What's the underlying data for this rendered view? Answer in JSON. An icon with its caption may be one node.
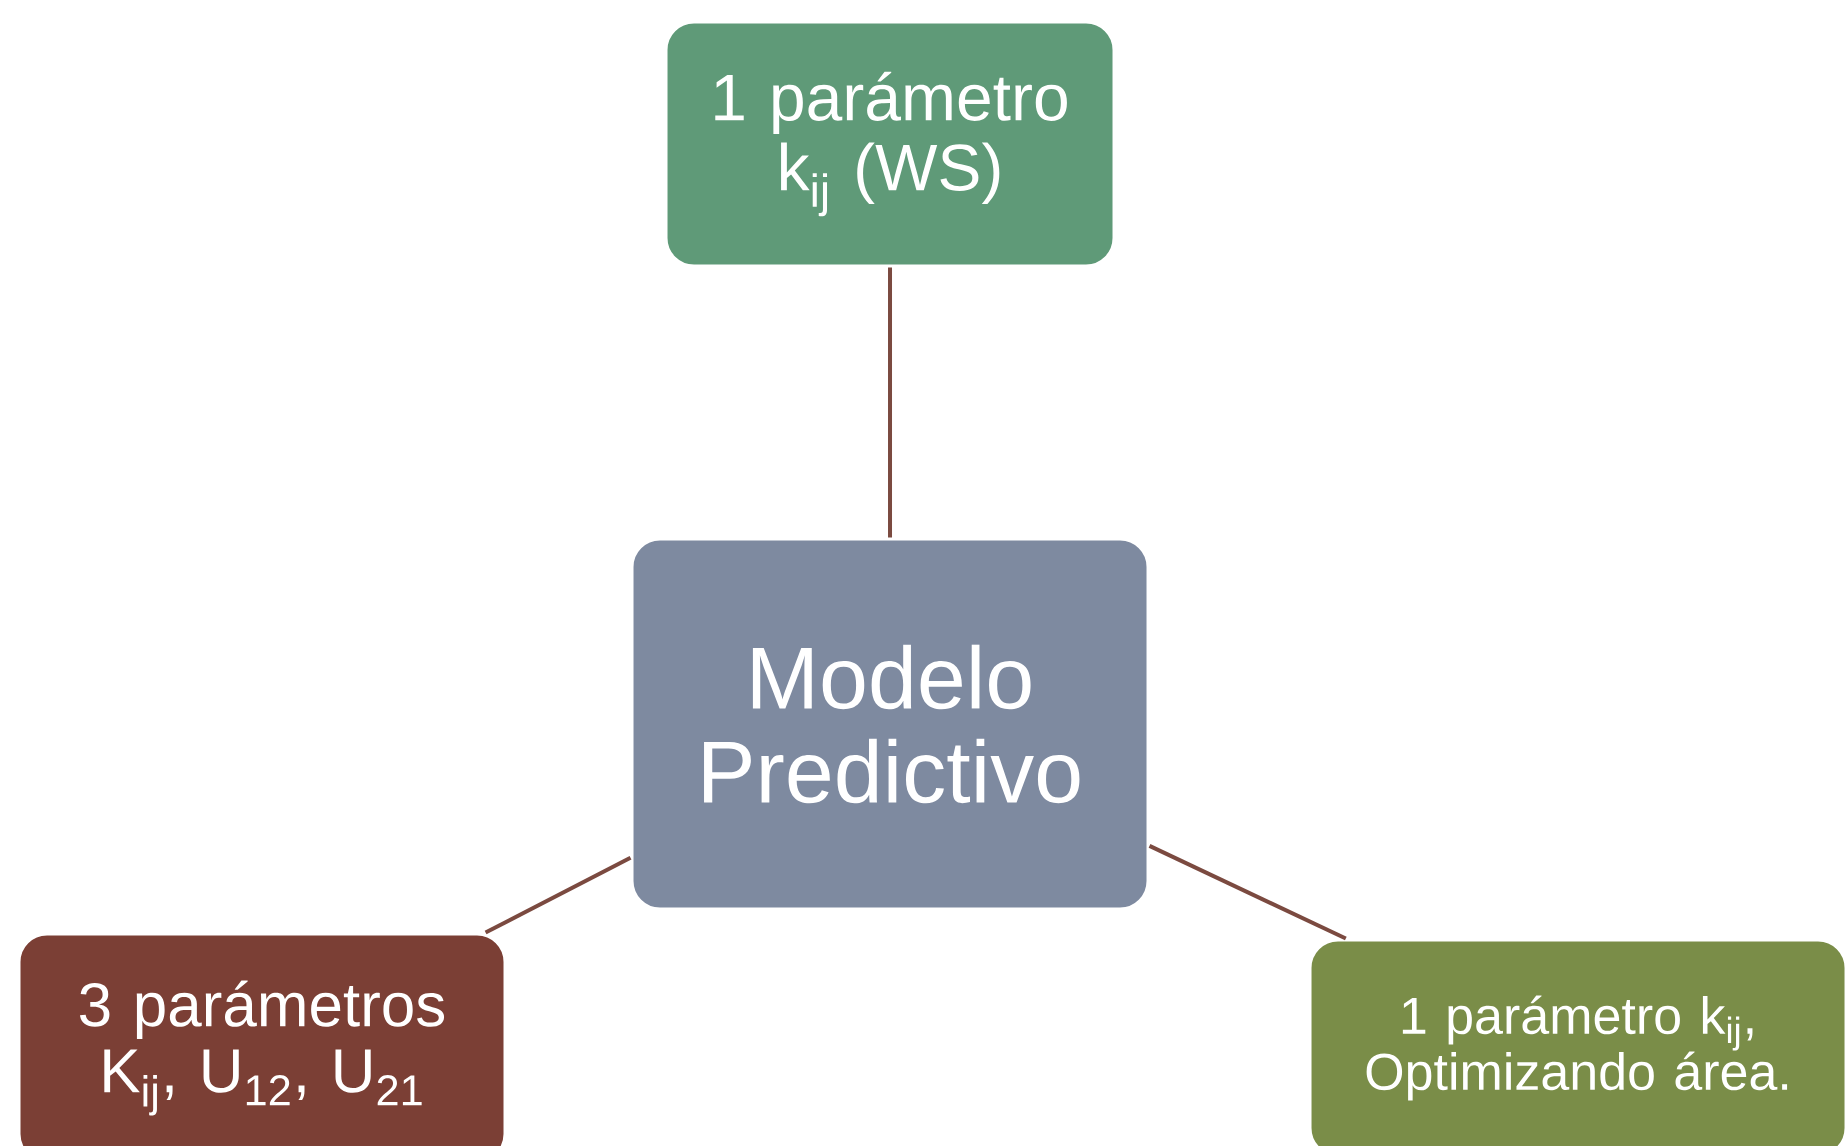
{
  "diagram": {
    "nodes": [
      {
        "text": [
          "Modelo Predictivo"
        ]
      },
      {
        "text": [
          "1 parámetro k$_{ij}$ (WS)"
        ]
      },
      {
        "text": [
          "3 parámetros K$_{ij}$, U$_{12}$, U$_{21}$"
        ]
      },
      {
        "text": [
          "1 parámetro k$_{ij}$, Optimizando área."
        ]
      }
    ],
    "edges": [
      {
        "from": 0,
        "to": 1,
        "arrow": "none"
      },
      {
        "from": 0,
        "to": 2,
        "arrow": "none"
      },
      {
        "from": 0,
        "to": 3,
        "arrow": "none"
      }
    ]
  }
}
